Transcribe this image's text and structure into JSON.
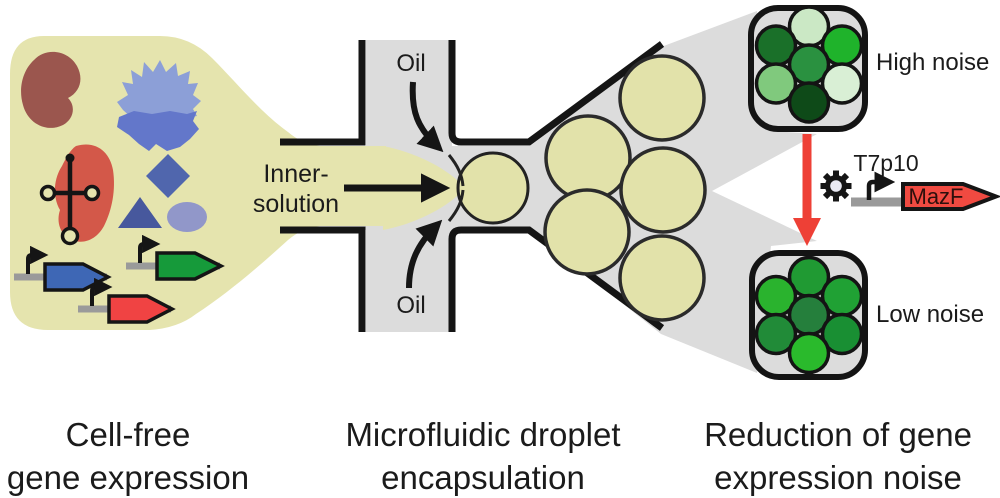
{
  "figure": {
    "sections": [
      {
        "caption_line1": "Cell-free",
        "caption_line2": "gene expression"
      },
      {
        "caption_line1": "Microfluidic droplet",
        "caption_line2": "encapsulation"
      },
      {
        "caption_line1": "Reduction of gene",
        "caption_line2": "expression noise"
      }
    ],
    "labels": {
      "oil": "Oil",
      "inner_solution_line1": "Inner-",
      "inner_solution_line2": "solution",
      "high_noise": "High noise",
      "low_noise": "Low noise",
      "promoter_name": "T7p10",
      "gene_name": "MazF"
    },
    "colors": {
      "solution": "#e5e4ae",
      "droplet": "#e2e2aa",
      "oil_channel": "#dcdcdc",
      "wall": "#151515",
      "dna_line": "#9a9a9a",
      "red_arrow": "#ee4036",
      "mazf_fill": "#f04a41",
      "gene_blue": "#3e67b5",
      "gene_green": "#169a3a",
      "gene_red": "#f04343",
      "organ": "#9b564e",
      "ribosome_light": "#8c9fd7",
      "ribosome_dark": "#6377ca",
      "polymerase": "#d35849",
      "diamond": "#5066ad",
      "triangle": "#47589d",
      "ellipse": "#9197c9"
    },
    "high_noise_droplets": [
      "#cbe8c5",
      "#1a7029",
      "#1fb32b",
      "#2a9140",
      "#80c97d",
      "#d9efd5",
      "#0e4a18"
    ],
    "low_noise_droplets": [
      "#209a33",
      "#2ab32e",
      "#20a134",
      "#257f3c",
      "#218b38",
      "#198f33",
      "#2aba2c"
    ]
  }
}
